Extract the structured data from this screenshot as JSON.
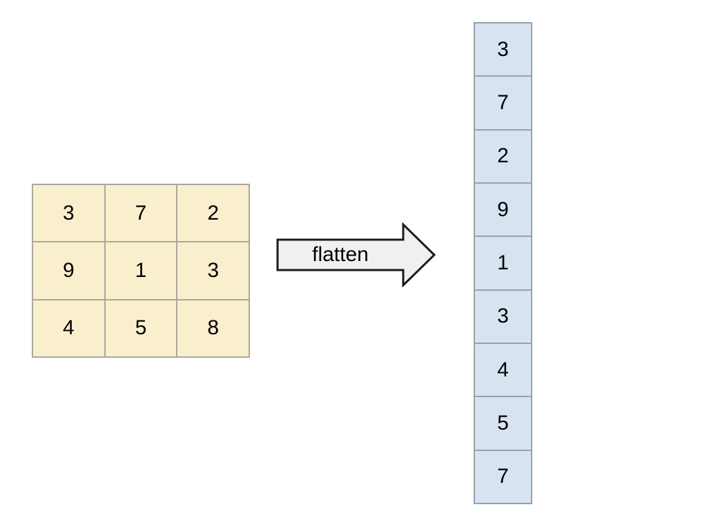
{
  "diagram": {
    "title": "flatten",
    "background_color": "#ffffff",
    "source": {
      "name": "matrix",
      "shape": "3x3",
      "fill_color": "#faefcd",
      "border_color": "#a8a8a0",
      "rows": [
        [
          "3",
          "7",
          "2"
        ],
        [
          "9",
          "1",
          "3"
        ],
        [
          "4",
          "5",
          "8"
        ]
      ]
    },
    "operation": {
      "label": "flatten",
      "icon": "right-block-arrow-icon",
      "fill_color": "#f0f0f0",
      "border_color": "#1a1a1a"
    },
    "result": {
      "name": "flattened-vector",
      "shape": "9x1",
      "fill_color": "#d7e3f1",
      "border_color": "#9aa0a6",
      "values": [
        "3",
        "7",
        "2",
        "9",
        "1",
        "3",
        "4",
        "5",
        "7"
      ]
    }
  }
}
